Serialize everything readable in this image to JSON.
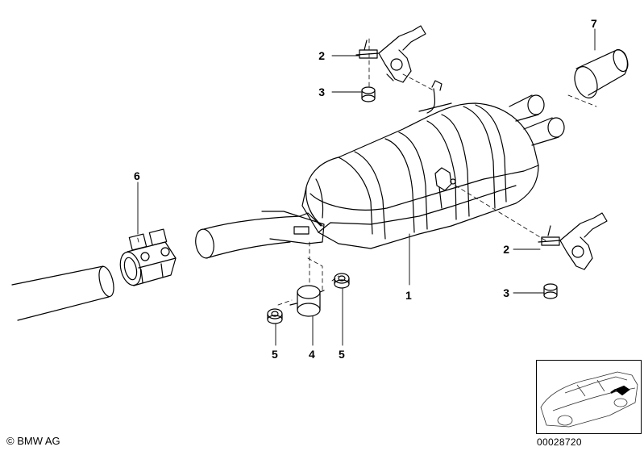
{
  "callouts": [
    {
      "id": "label-1",
      "text": "1"
    },
    {
      "id": "label-2-top",
      "text": "2"
    },
    {
      "id": "label-3-top",
      "text": "3"
    },
    {
      "id": "label-2-right",
      "text": "2"
    },
    {
      "id": "label-3-right",
      "text": "3"
    },
    {
      "id": "label-4",
      "text": "4"
    },
    {
      "id": "label-5-left",
      "text": "5"
    },
    {
      "id": "label-5-right",
      "text": "5"
    },
    {
      "id": "label-6",
      "text": "6"
    },
    {
      "id": "label-7",
      "text": "7"
    }
  ],
  "footer": {
    "copyright": "© BMW AG",
    "diagram_number": "00028720"
  }
}
